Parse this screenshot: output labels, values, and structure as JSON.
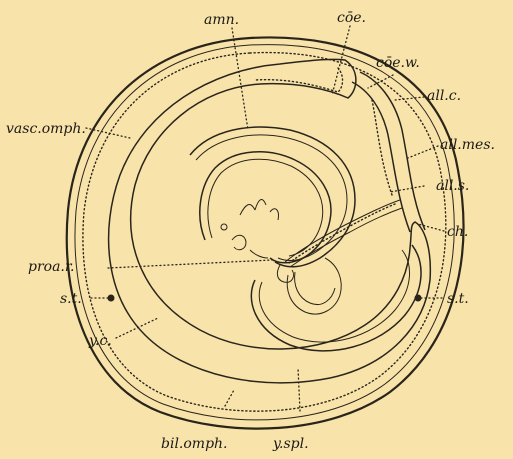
{
  "labels": {
    "amn": "amn.",
    "coe": "cōe.",
    "coe_w": "cōe.w.",
    "all_c": "all.c.",
    "vasc_omph": "vasc.omph.",
    "all_mes": "all.mes.",
    "all_s": "all.s.",
    "ch": "ch.",
    "proa_r": "proa.r.",
    "st_left": "s.t.",
    "st_right": "s.t.",
    "yc": "y.c.",
    "bil_omph": "bil.omph.",
    "y_spl": "y.spl."
  },
  "colors": {
    "background": "#f8e3ab",
    "ink": "#2a251b"
  }
}
